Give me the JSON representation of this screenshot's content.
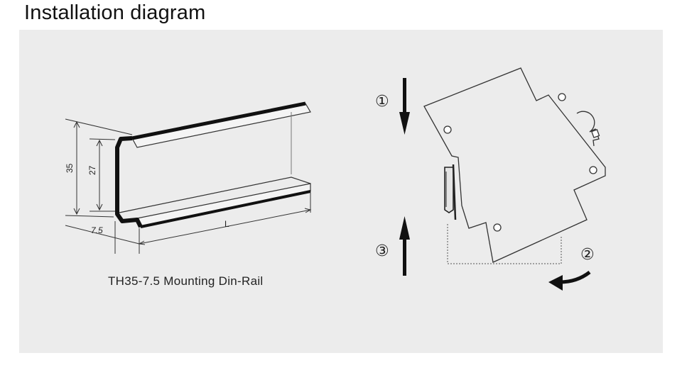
{
  "title": "Installation diagram",
  "colors": {
    "panel": "#ececec",
    "line": "#333333",
    "rail_edge": "#111111"
  },
  "rail": {
    "caption": "TH35-7.5 Mounting Din-Rail",
    "dim_height": "35",
    "dim_inner": "27",
    "dim_depth": "7.5",
    "dim_length": "L"
  },
  "install": {
    "step1": "①",
    "step2": "②",
    "step3": "③"
  }
}
